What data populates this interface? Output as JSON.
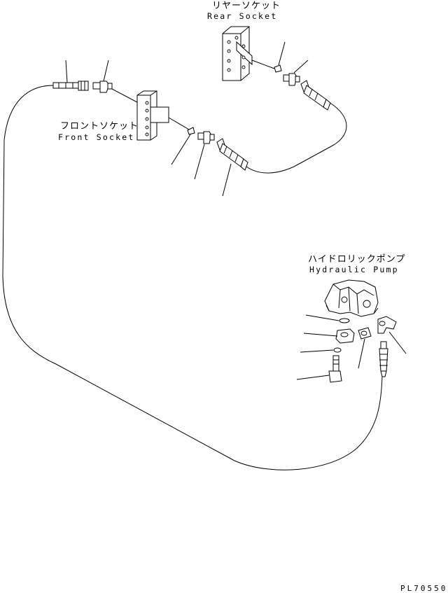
{
  "labels": {
    "rear_socket": {
      "jp": "リヤーソケット",
      "en": "Rear Socket"
    },
    "front_socket": {
      "jp": "フロントソケット",
      "en": "Front Socket"
    },
    "hydraulic_pump": {
      "jp": "ハイドロリックポンプ",
      "en": "Hydraulic Pump"
    }
  },
  "drawing_code": "PL70550"
}
